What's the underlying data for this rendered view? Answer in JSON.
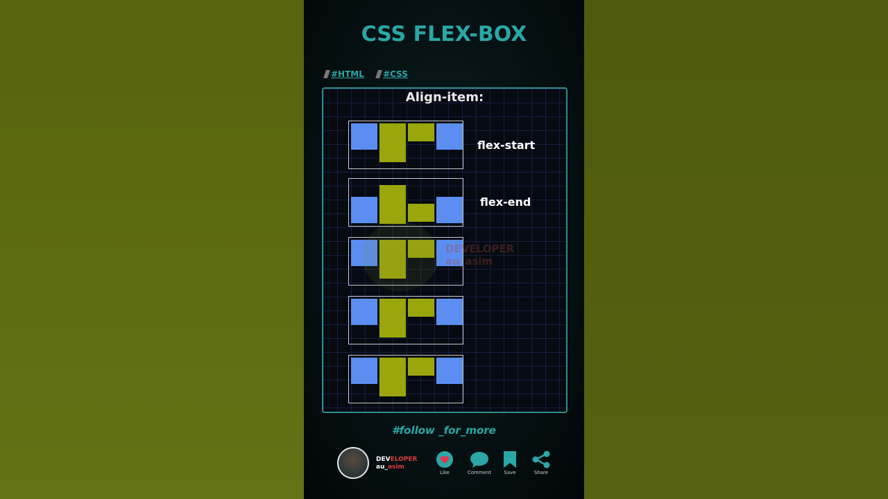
{
  "title": "CSS FLEX-BOX",
  "tags": [
    "#HTML",
    "#CSS"
  ],
  "board": {
    "heading": "Align-item:",
    "demos": [
      {
        "label": "flex-start"
      },
      {
        "label": "flex-end"
      },
      {
        "label": ""
      },
      {
        "label": ""
      },
      {
        "label": ""
      }
    ]
  },
  "watermark": {
    "line1": "DEVELOPER",
    "line2": "au_asim"
  },
  "follow_text": "#follow _for_more",
  "profile": {
    "brand_a": "DEV",
    "brand_b": "ELOPER",
    "handle_a": "au_",
    "handle_b": "asim"
  },
  "actions": [
    {
      "label": "Like",
      "icon": "heart-icon"
    },
    {
      "label": "Comment",
      "icon": "comment-icon"
    },
    {
      "label": "Save",
      "icon": "bookmark-icon"
    },
    {
      "label": "Share",
      "icon": "share-icon"
    }
  ],
  "colors": {
    "accent": "#2aa7a6",
    "blue": "#5b8ef0",
    "olive": "#9aa60c",
    "like_red": "#e8344a"
  }
}
